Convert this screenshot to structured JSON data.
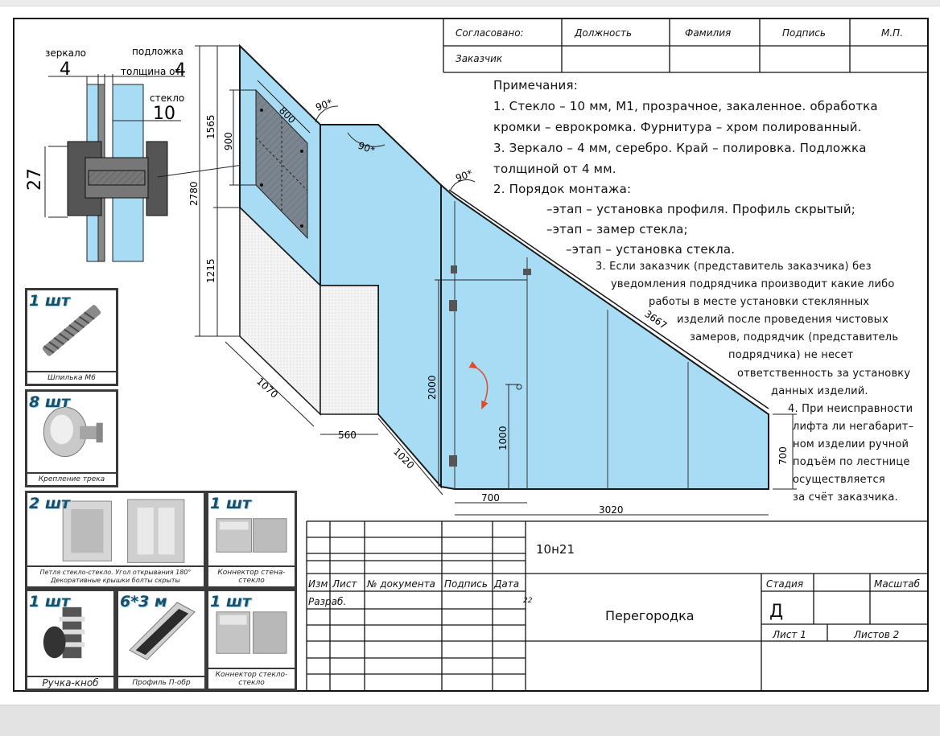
{
  "approval": {
    "agreed_label": "Согласовано:",
    "customer_label": "Заказчик",
    "columns": [
      "Должность",
      "Фамилия",
      "Подпись",
      "М.П."
    ]
  },
  "notes": {
    "title": "Примечания:",
    "lines": [
      "1. Стекло – 10 мм, М1, прозрачное, закаленное. обработка",
      "кромки – еврокромка. Фурнитура – хром полированный.",
      "3. Зеркало – 4 мм, серебро. Край – полировка. Подложка",
      "толщиной от 4 мм.",
      "2. Порядок монтажа:",
      "–этап – установка профиля. Профиль скрытый;",
      "–этап – замер стекла;",
      "–этап – установка стекла."
    ],
    "small_lines": [
      "3. Если заказчик (представитель заказчика) без",
      "уведомления подрядчика производит какие либо",
      "работы в месте установки стеклянных",
      "изделий после проведения чистовых",
      "замеров, подрядчик (представитель",
      "подрядчика) не несет",
      "ответственность за установку",
      "данных изделий.",
      "4. При неисправности",
      "лифта ли негабарит–",
      "ном изделии ручной",
      "подъём по лестнице",
      "осуществляется",
      "за счёт заказчика."
    ]
  },
  "section": {
    "mirror_label": "зеркало",
    "mirror_value": "4",
    "backing_label": "подложка",
    "thickness_label": "толщина от",
    "thickness_value": "4",
    "glass_label": "стекло",
    "glass_value": "10",
    "total_value": "27"
  },
  "dimensions": {
    "d1565": "1565",
    "d900": "900",
    "d800": "800",
    "d2780": "2780",
    "d1215": "1215",
    "d1070": "1070",
    "d560": "560",
    "d1020": "1020",
    "d2000": "2000",
    "d1000": "1000",
    "d700a": "700",
    "d3020": "3020",
    "d700b": "700",
    "d3667": "3667",
    "a90_1": "90*",
    "a90_2": "90*",
    "a90_3": "90*"
  },
  "parts": [
    {
      "qty": "1 шт",
      "caption": "Шпилька М6"
    },
    {
      "qty": "8 шт",
      "caption": "Крепление трека"
    },
    {
      "qty": "2 шт",
      "caption": "Петля стекло-стекло. Угол открывания 180° Декоративные крышки болты скрыты"
    },
    {
      "qty": "1 шт",
      "caption": "Коннектор стена-стекло"
    },
    {
      "qty": "1 шт",
      "caption": "Ручка-кноб"
    },
    {
      "qty": "6*3 м",
      "caption": "Профиль П-обр"
    },
    {
      "qty": "1 шт",
      "caption": "Коннектор стекло-стекло"
    }
  ],
  "title_block": {
    "code": "10н21",
    "headers": [
      "Изм",
      "Лист",
      "№ документа",
      "Подпись",
      "Дата"
    ],
    "developed": "Разраб.",
    "date_fragment": "22",
    "name": "Перегородка",
    "stage_label": "Стадия",
    "scale_label": "Масштаб",
    "stage_value": "Д",
    "sheet_label": "Лист 1",
    "sheets_label": "Листов 2"
  },
  "colors": {
    "glass": "#a8dcf5",
    "stroke": "#1a1a1a",
    "qty_text": "#17506b",
    "arrow": "#e04a2a"
  }
}
